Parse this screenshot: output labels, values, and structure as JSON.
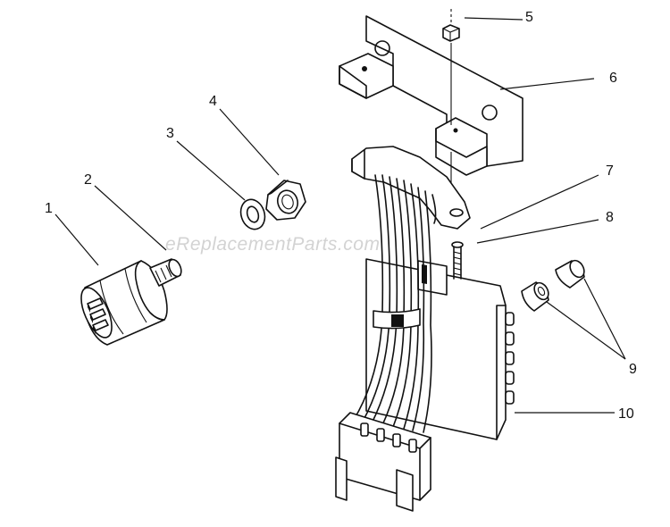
{
  "watermark": {
    "text": "eReplacementParts.com"
  },
  "callouts": [
    {
      "id": "1",
      "label": "1"
    },
    {
      "id": "2",
      "label": "2"
    },
    {
      "id": "3",
      "label": "3"
    },
    {
      "id": "4",
      "label": "4"
    },
    {
      "id": "5",
      "label": "5"
    },
    {
      "id": "6",
      "label": "6"
    },
    {
      "id": "7",
      "label": "7"
    },
    {
      "id": "8",
      "label": "8"
    },
    {
      "id": "9",
      "label": "9"
    },
    {
      "id": "10",
      "label": "10"
    }
  ],
  "colors": {
    "ink": "#111111",
    "background": "#ffffff",
    "watermark": "#d3d3d3"
  }
}
